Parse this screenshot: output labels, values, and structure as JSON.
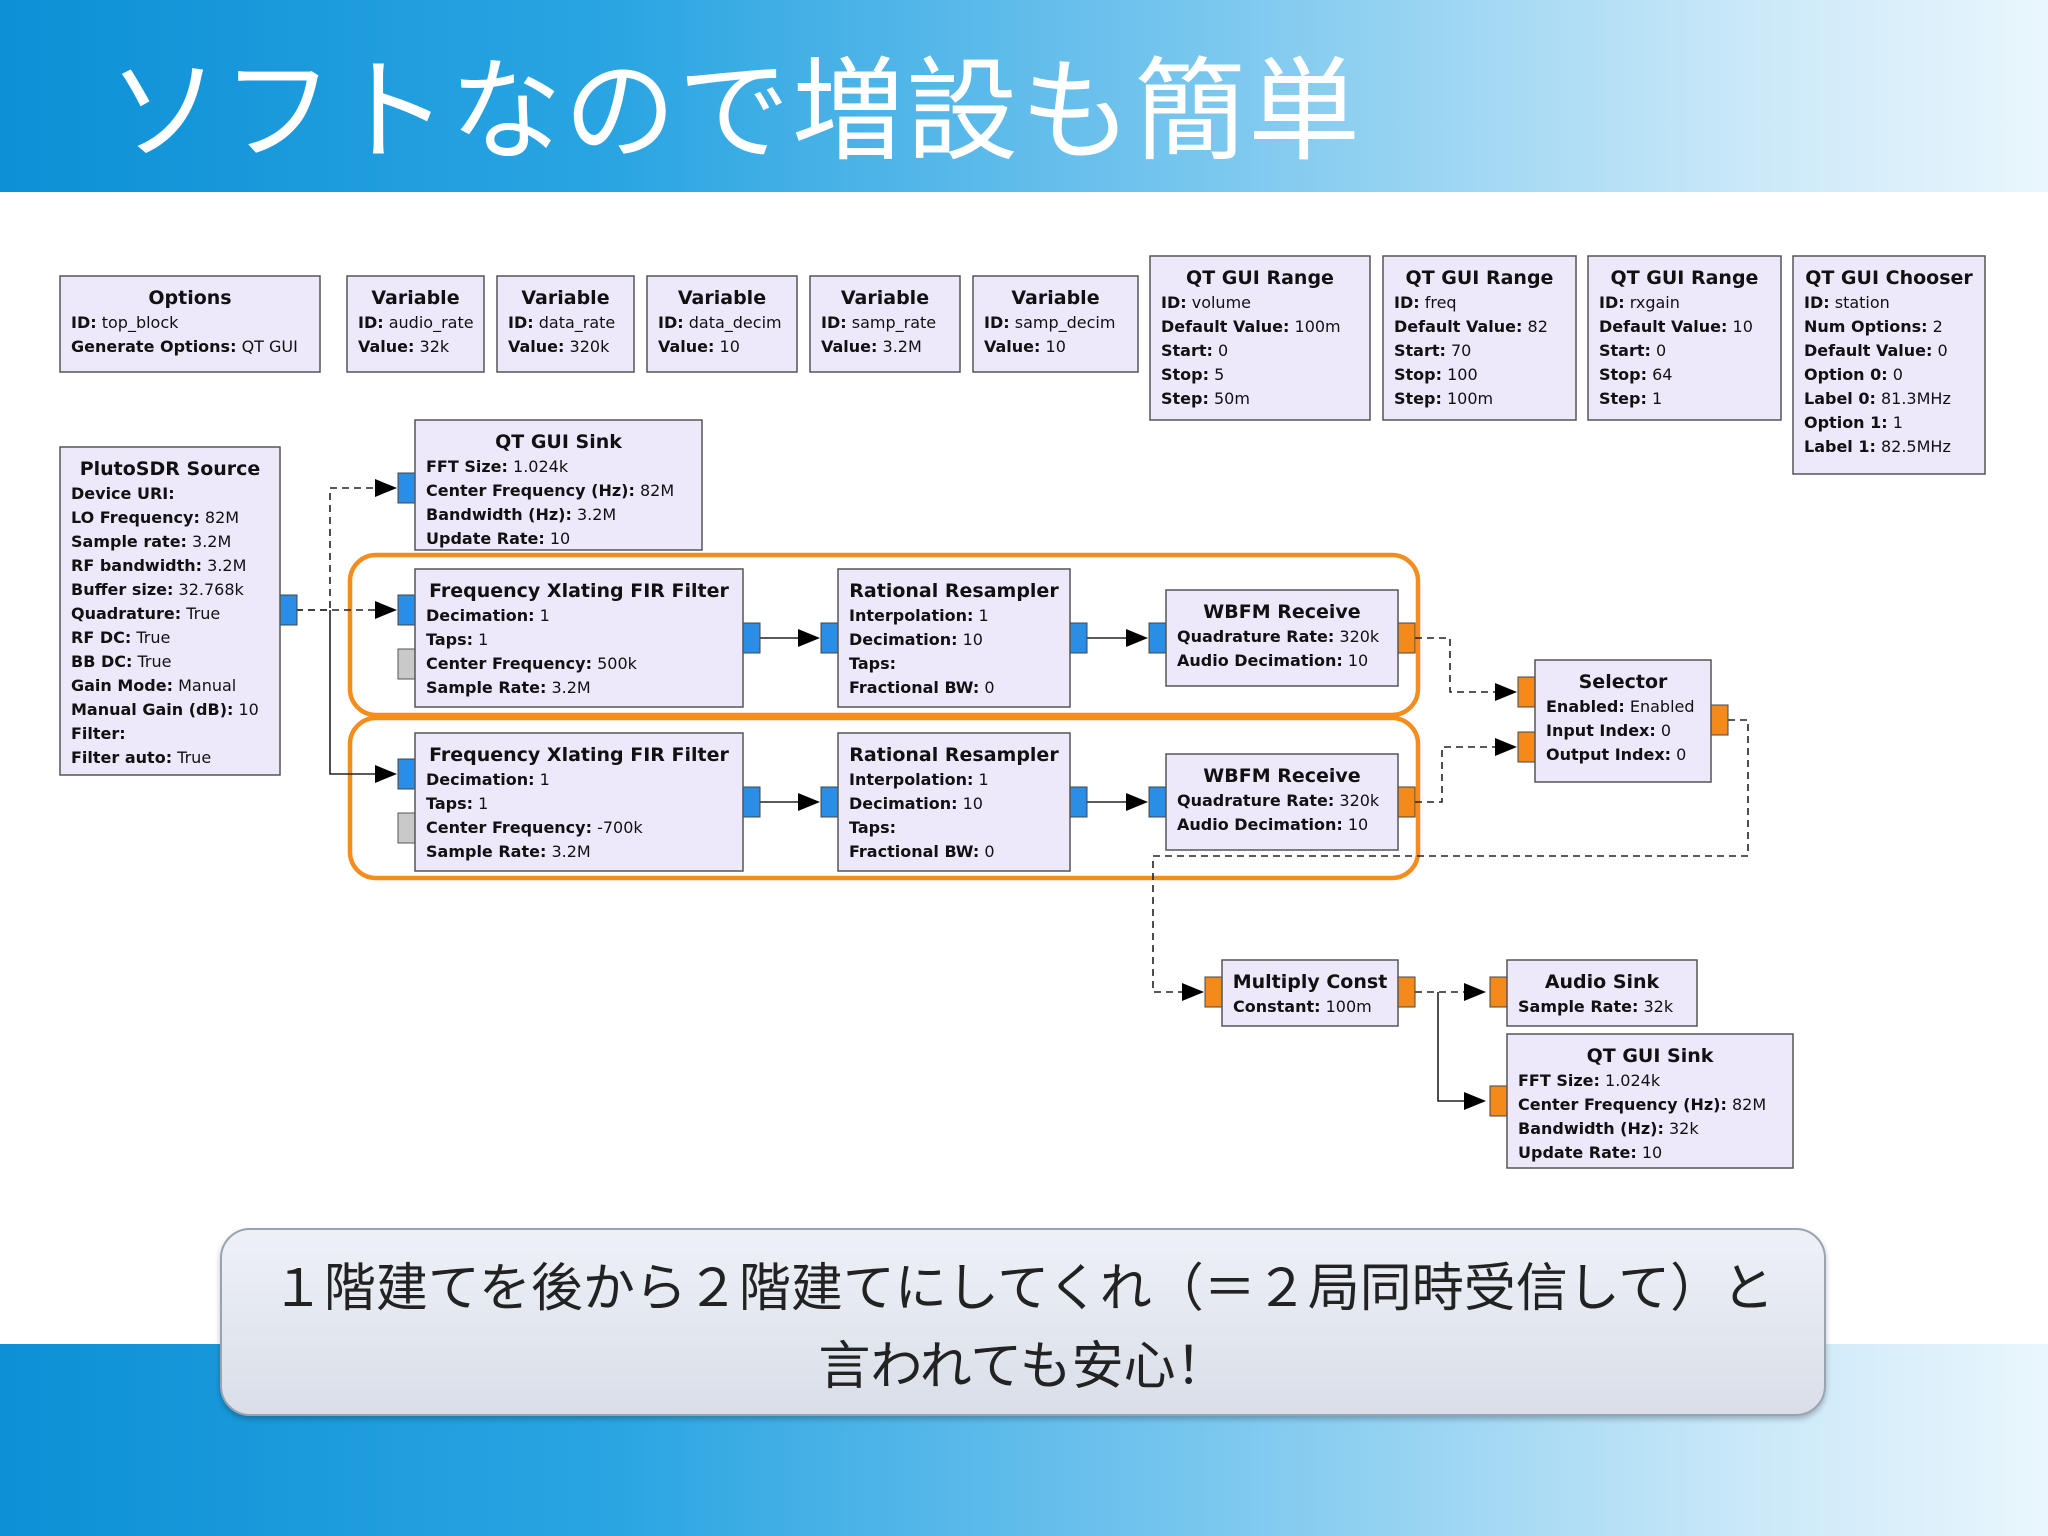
{
  "title": "ソフトなので増設も簡単",
  "callout": {
    "lines": [
      "１階建てを後から２階建てにしてくれ（＝２局同時受信して）と",
      "言われても安心！"
    ]
  },
  "colors": {
    "banner": "#0d90d6",
    "block_fill": "#eee8fb",
    "port_complex": "#2b8ee6",
    "port_float": "#f48a1b",
    "port_disabled": "#c9c9c9",
    "highlight": "#f58d1e"
  },
  "blocks": [
    {
      "id": "options",
      "title": "Options",
      "lines": [
        [
          "ID:",
          "top_block"
        ],
        [
          "Generate Options:",
          "QT GUI"
        ]
      ]
    },
    {
      "id": "var-audio-rate",
      "title": "Variable",
      "lines": [
        [
          "ID:",
          "audio_rate"
        ],
        [
          "Value:",
          "32k"
        ]
      ]
    },
    {
      "id": "var-data-rate",
      "title": "Variable",
      "lines": [
        [
          "ID:",
          "data_rate"
        ],
        [
          "Value:",
          "320k"
        ]
      ]
    },
    {
      "id": "var-data-decim",
      "title": "Variable",
      "lines": [
        [
          "ID:",
          "data_decim"
        ],
        [
          "Value:",
          "10"
        ]
      ]
    },
    {
      "id": "var-samp-rate",
      "title": "Variable",
      "lines": [
        [
          "ID:",
          "samp_rate"
        ],
        [
          "Value:",
          "3.2M"
        ]
      ]
    },
    {
      "id": "var-samp-decim",
      "title": "Variable",
      "lines": [
        [
          "ID:",
          "samp_decim"
        ],
        [
          "Value:",
          "10"
        ]
      ]
    },
    {
      "id": "range-volume",
      "title": "QT GUI Range",
      "lines": [
        [
          "ID:",
          "volume"
        ],
        [
          "Default Value:",
          "100m"
        ],
        [
          "Start:",
          "0"
        ],
        [
          "Stop:",
          "5"
        ],
        [
          "Step:",
          "50m"
        ]
      ]
    },
    {
      "id": "range-freq",
      "title": "QT GUI Range",
      "lines": [
        [
          "ID:",
          "freq"
        ],
        [
          "Default Value:",
          "82"
        ],
        [
          "Start:",
          "70"
        ],
        [
          "Stop:",
          "100"
        ],
        [
          "Step:",
          "100m"
        ]
      ]
    },
    {
      "id": "range-rxgain",
      "title": "QT GUI Range",
      "lines": [
        [
          "ID:",
          "rxgain"
        ],
        [
          "Default Value:",
          "10"
        ],
        [
          "Start:",
          "0"
        ],
        [
          "Stop:",
          "64"
        ],
        [
          "Step:",
          "1"
        ]
      ]
    },
    {
      "id": "chooser-station",
      "title": "QT GUI Chooser",
      "lines": [
        [
          "ID:",
          "station"
        ],
        [
          "Num Options:",
          "2"
        ],
        [
          "Default Value:",
          "0"
        ],
        [
          "Option 0:",
          "0"
        ],
        [
          "Label 0:",
          "81.3MHz"
        ],
        [
          "Option 1:",
          "1"
        ],
        [
          "Label 1:",
          "82.5MHz"
        ]
      ]
    },
    {
      "id": "pluto-source",
      "title": "PlutoSDR Source",
      "lines": [
        [
          "Device URI:",
          ""
        ],
        [
          "LO Frequency:",
          "82M"
        ],
        [
          "Sample rate:",
          "3.2M"
        ],
        [
          "RF bandwidth:",
          "3.2M"
        ],
        [
          "Buffer size:",
          "32.768k"
        ],
        [
          "Quadrature:",
          "True"
        ],
        [
          "RF DC:",
          "True"
        ],
        [
          "BB DC:",
          "True"
        ],
        [
          "Gain Mode:",
          "Manual"
        ],
        [
          "Manual Gain (dB):",
          "10"
        ],
        [
          "Filter:",
          ""
        ],
        [
          "Filter auto:",
          "True"
        ]
      ]
    },
    {
      "id": "qt-gui-sink-1",
      "title": "QT GUI Sink",
      "lines": [
        [
          "FFT Size:",
          "1.024k"
        ],
        [
          "Center Frequency (Hz):",
          "82M"
        ],
        [
          "Bandwidth (Hz):",
          "3.2M"
        ],
        [
          "Update Rate:",
          "10"
        ]
      ]
    },
    {
      "id": "xlating-filter-1",
      "title": "Frequency Xlating FIR Filter",
      "lines": [
        [
          "Decimation:",
          "1"
        ],
        [
          "Taps:",
          "1"
        ],
        [
          "Center Frequency:",
          "500k"
        ],
        [
          "Sample Rate:",
          "3.2M"
        ]
      ]
    },
    {
      "id": "resampler-1",
      "title": "Rational Resampler",
      "lines": [
        [
          "Interpolation:",
          "1"
        ],
        [
          "Decimation:",
          "10"
        ],
        [
          "Taps:",
          ""
        ],
        [
          "Fractional BW:",
          "0"
        ]
      ]
    },
    {
      "id": "wbfm-1",
      "title": "WBFM Receive",
      "lines": [
        [
          "Quadrature Rate:",
          "320k"
        ],
        [
          "Audio Decimation:",
          "10"
        ]
      ]
    },
    {
      "id": "xlating-filter-2",
      "title": "Frequency Xlating FIR Filter",
      "lines": [
        [
          "Decimation:",
          "1"
        ],
        [
          "Taps:",
          "1"
        ],
        [
          "Center Frequency:",
          "-700k"
        ],
        [
          "Sample Rate:",
          "3.2M"
        ]
      ]
    },
    {
      "id": "resampler-2",
      "title": "Rational Resampler",
      "lines": [
        [
          "Interpolation:",
          "1"
        ],
        [
          "Decimation:",
          "10"
        ],
        [
          "Taps:",
          ""
        ],
        [
          "Fractional BW:",
          "0"
        ]
      ]
    },
    {
      "id": "wbfm-2",
      "title": "WBFM Receive",
      "lines": [
        [
          "Quadrature Rate:",
          "320k"
        ],
        [
          "Audio Decimation:",
          "10"
        ]
      ]
    },
    {
      "id": "selector",
      "title": "Selector",
      "lines": [
        [
          "Enabled:",
          "Enabled"
        ],
        [
          "Input Index:",
          "0"
        ],
        [
          "Output Index:",
          "0"
        ]
      ]
    },
    {
      "id": "multiply-const",
      "title": "Multiply Const",
      "lines": [
        [
          "Constant:",
          "100m"
        ]
      ]
    },
    {
      "id": "audio-sink",
      "title": "Audio Sink",
      "lines": [
        [
          "Sample Rate:",
          "32k"
        ]
      ]
    },
    {
      "id": "qt-gui-sink-2",
      "title": "QT GUI Sink",
      "lines": [
        [
          "FFT Size:",
          "1.024k"
        ],
        [
          "Center Frequency (Hz):",
          "82M"
        ],
        [
          "Bandwidth (Hz):",
          "32k"
        ],
        [
          "Update Rate:",
          "10"
        ]
      ]
    }
  ]
}
